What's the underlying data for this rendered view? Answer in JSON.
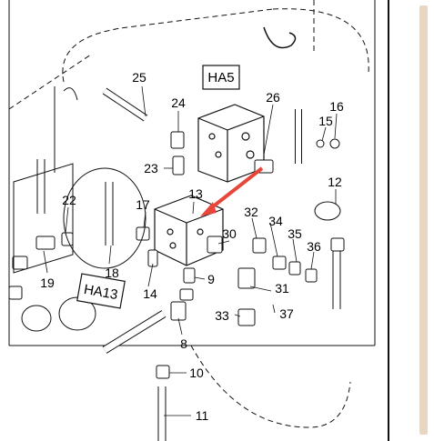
{
  "callouts": {
    "c8": "8",
    "c9": "9",
    "c10": "10",
    "c11": "11",
    "c12": "12",
    "c13": "13",
    "c14": "14",
    "c15": "15",
    "c16": "16",
    "c17": "17",
    "c18": "18",
    "c19": "19",
    "c22": "22",
    "c23": "23",
    "c24": "24",
    "c25": "25",
    "c26": "26",
    "c30": "30",
    "c31": "31",
    "c32": "32",
    "c33": "33",
    "c34": "34",
    "c35": "35",
    "c36": "36",
    "c37": "37"
  },
  "tags": {
    "ha5": "HA5",
    "ha13": "HA13"
  },
  "colors": {
    "arrow": "#e8463a",
    "line": "#111111",
    "scrollbar": "#e8d6c0"
  }
}
